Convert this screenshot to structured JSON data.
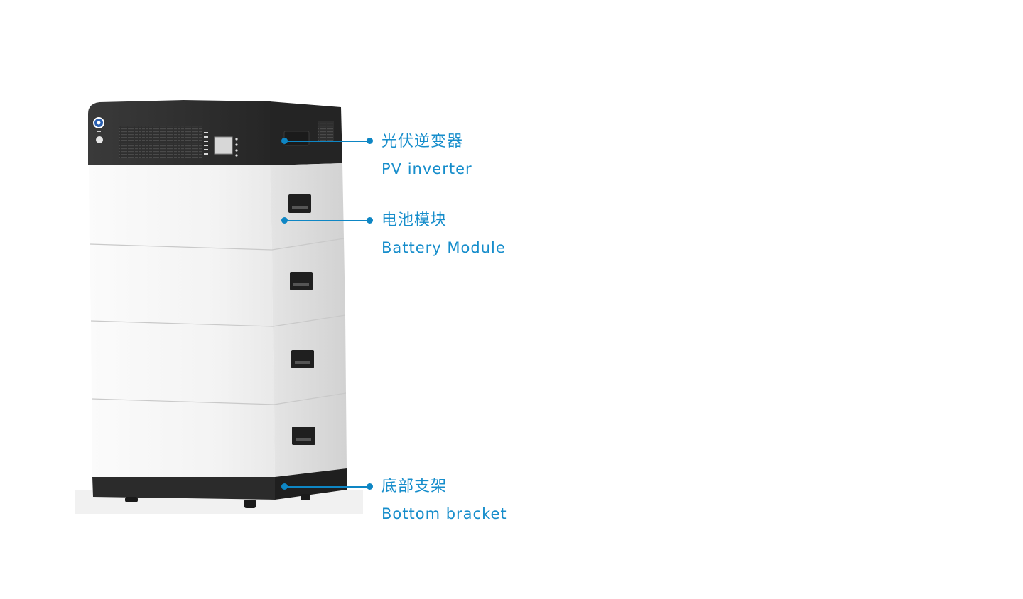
{
  "callouts": [
    {
      "zh": "光伏逆变器",
      "en": "PV inverter"
    },
    {
      "zh": "电池模块",
      "en": "Battery Module"
    },
    {
      "zh": "底部支架",
      "en": "Bottom bracket"
    }
  ],
  "product": {
    "icons": [
      "brand-logo-icon",
      "power-button-icon",
      "lcd-display-icon",
      "handle-icon"
    ]
  },
  "colors": {
    "accent": "#168dcb",
    "enclosure_dark": "#2b2b2b",
    "module_white": "#f4f4f4",
    "module_side": "#dcdcdc"
  }
}
